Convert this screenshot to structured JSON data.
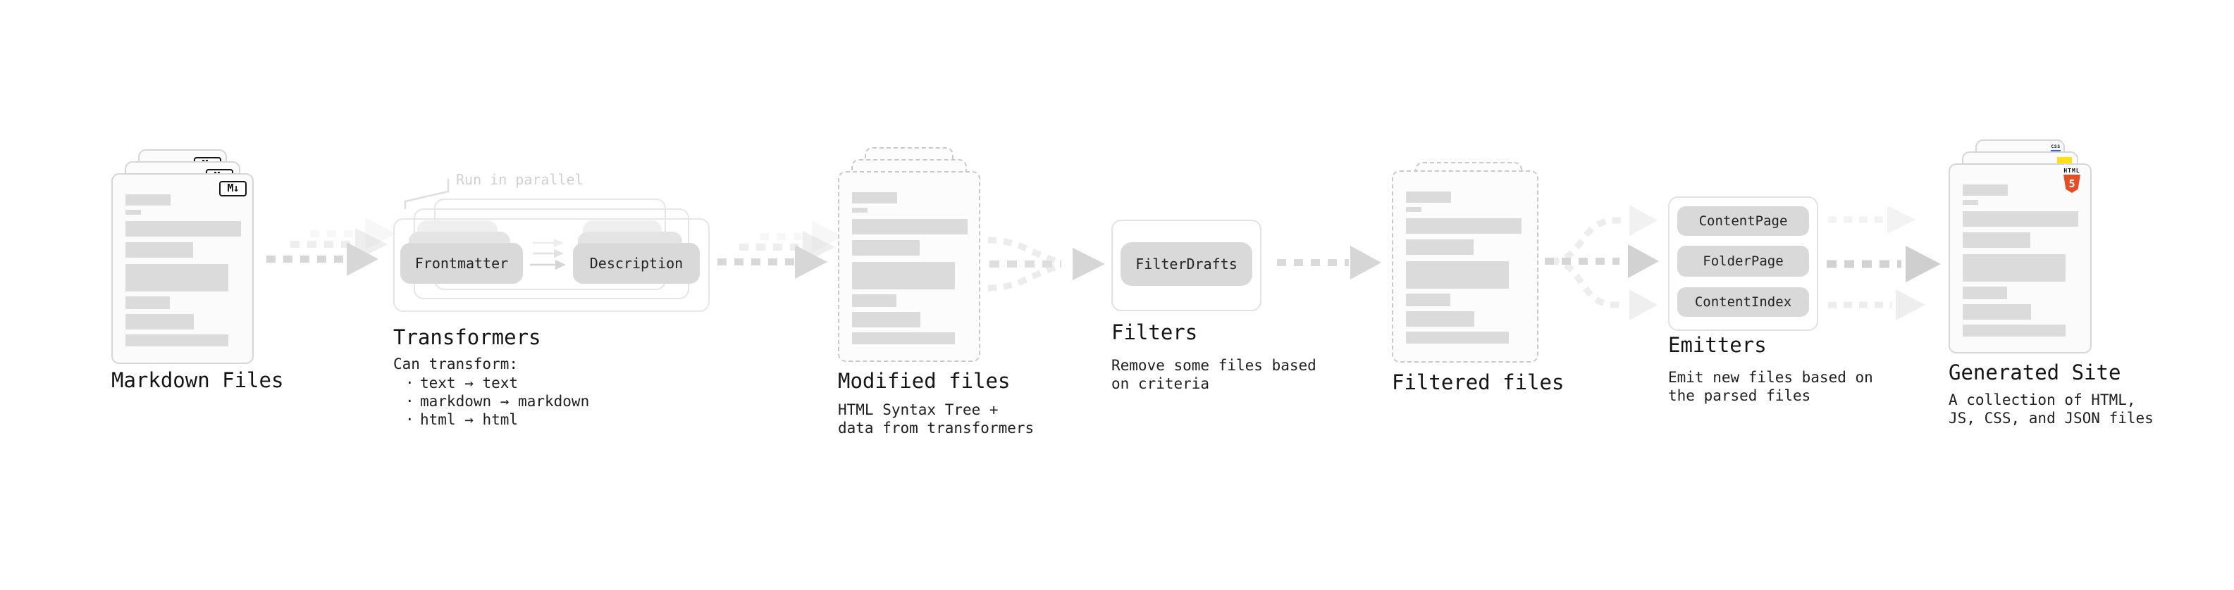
{
  "stages": {
    "markdown_files": {
      "label": "Markdown Files",
      "icon": "M↓"
    },
    "transformers": {
      "annotation": "Run in parallel",
      "pill_frontmatter": "Frontmatter",
      "pill_description": "Description",
      "title": "Transformers",
      "caption_heading": "Can transform:",
      "bullets": [
        "text → text",
        "markdown → markdown",
        "html → html"
      ]
    },
    "modified_files": {
      "title": "Modified files",
      "caption": [
        "HTML Syntax Tree +",
        "data from transformers"
      ]
    },
    "filters": {
      "pill": "FilterDrafts",
      "title": "Filters",
      "caption": [
        "Remove some files based",
        "on criteria"
      ]
    },
    "filtered_files": {
      "title": "Filtered files"
    },
    "emitters": {
      "pills": [
        "ContentPage",
        "FolderPage",
        "ContentIndex"
      ],
      "title": "Emitters",
      "caption": [
        "Emit new files based on",
        "the parsed files"
      ]
    },
    "generated_site": {
      "title": "Generated Site",
      "caption": [
        "A collection of HTML,",
        "JS, CSS, and JSON files"
      ],
      "badge_css": "CSS",
      "badge_html_label": "HTML",
      "badge_html_number": "5"
    }
  },
  "colors": {
    "html5_orange": "#e44d26",
    "js_yellow": "#ffdf1b",
    "css_blue": "#2c63f2",
    "pill_gray": "#d9d9d9",
    "arrow_gray": "#d7d7d7",
    "annotation_gray": "#d0d0d0"
  }
}
